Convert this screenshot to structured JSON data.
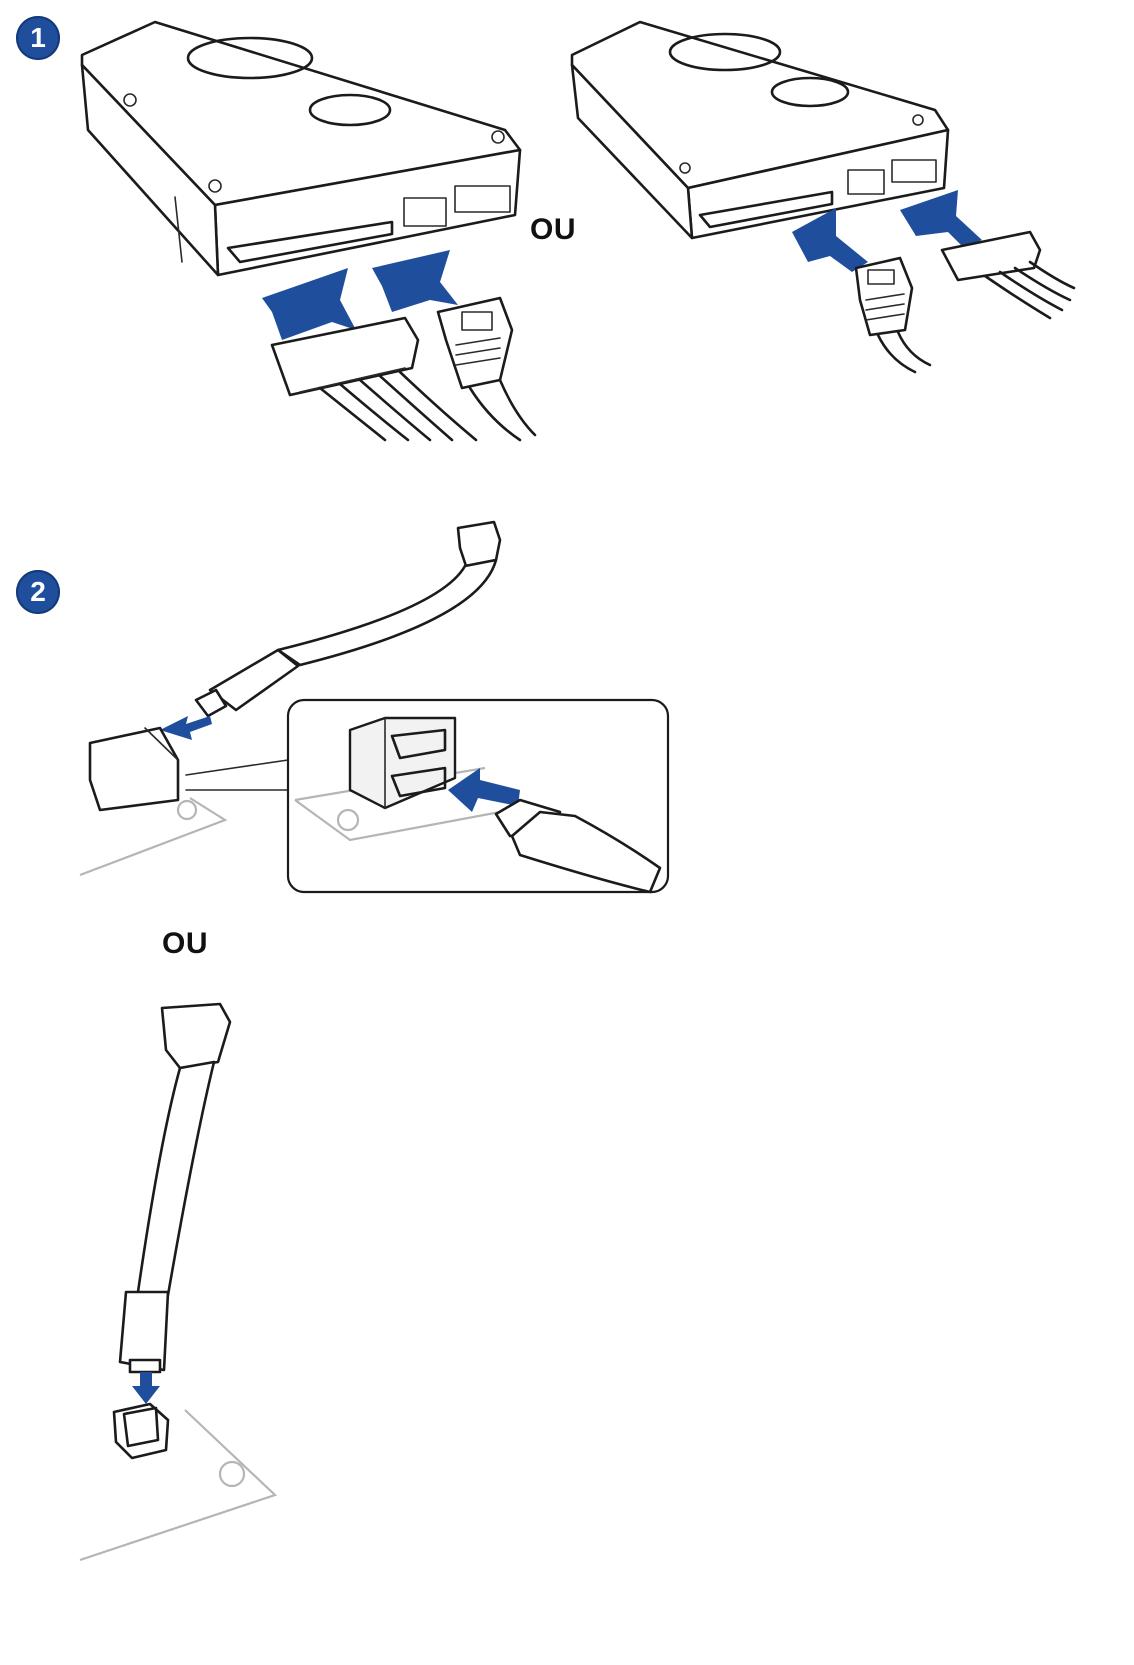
{
  "steps": {
    "step1": {
      "number": "1"
    },
    "step2": {
      "number": "2"
    }
  },
  "labels": {
    "or_top": "OU",
    "or_bottom": "OU"
  },
  "colors": {
    "accent_blue": "#1f4f9c",
    "line": "#1b1b1b",
    "board_line": "#b5b5b5"
  },
  "icons": [
    "hard-drive-icon",
    "sata-power-connector-icon",
    "sata-data-connector-icon",
    "motherboard-sata-port-icon",
    "insert-arrow-icon"
  ]
}
